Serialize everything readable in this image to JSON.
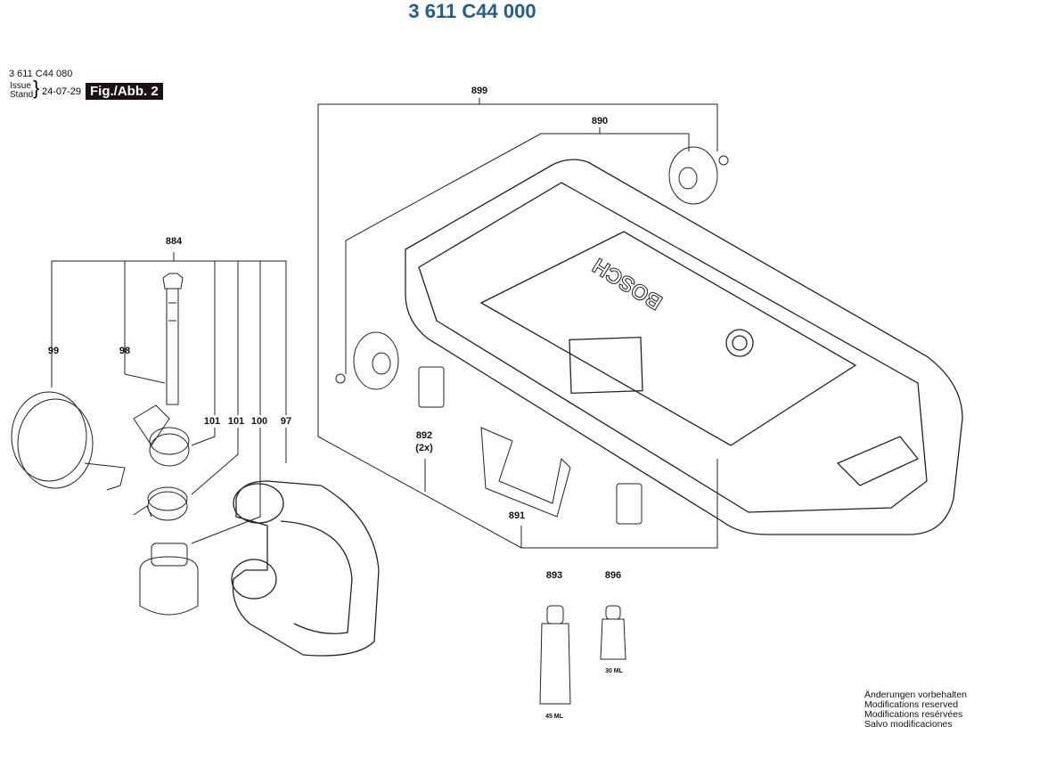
{
  "title": "3 611 C44 000",
  "header": {
    "doc_number": "3 611 C44 080",
    "issue_label": "Issue",
    "stand_label": "Stand",
    "date": "24-07-29",
    "figure": "Fig./Abb. 2"
  },
  "parts": {
    "p899": "899",
    "p890": "890",
    "p884": "884",
    "p99": "99",
    "p98": "98",
    "p101a": "101",
    "p101b": "101",
    "p100": "100",
    "p97": "97",
    "p892": "892",
    "p892_qty": "(2x)",
    "p891": "891",
    "p893": "893",
    "p896": "896"
  },
  "tube_labels": {
    "t893": "45 ML",
    "t896": "30 ML"
  },
  "case_brand": "BOSCH",
  "notes": [
    "Änderungen vorbehalten",
    "Modifications reserved",
    "Modifications resérvées",
    "Salvo modificaciones"
  ]
}
